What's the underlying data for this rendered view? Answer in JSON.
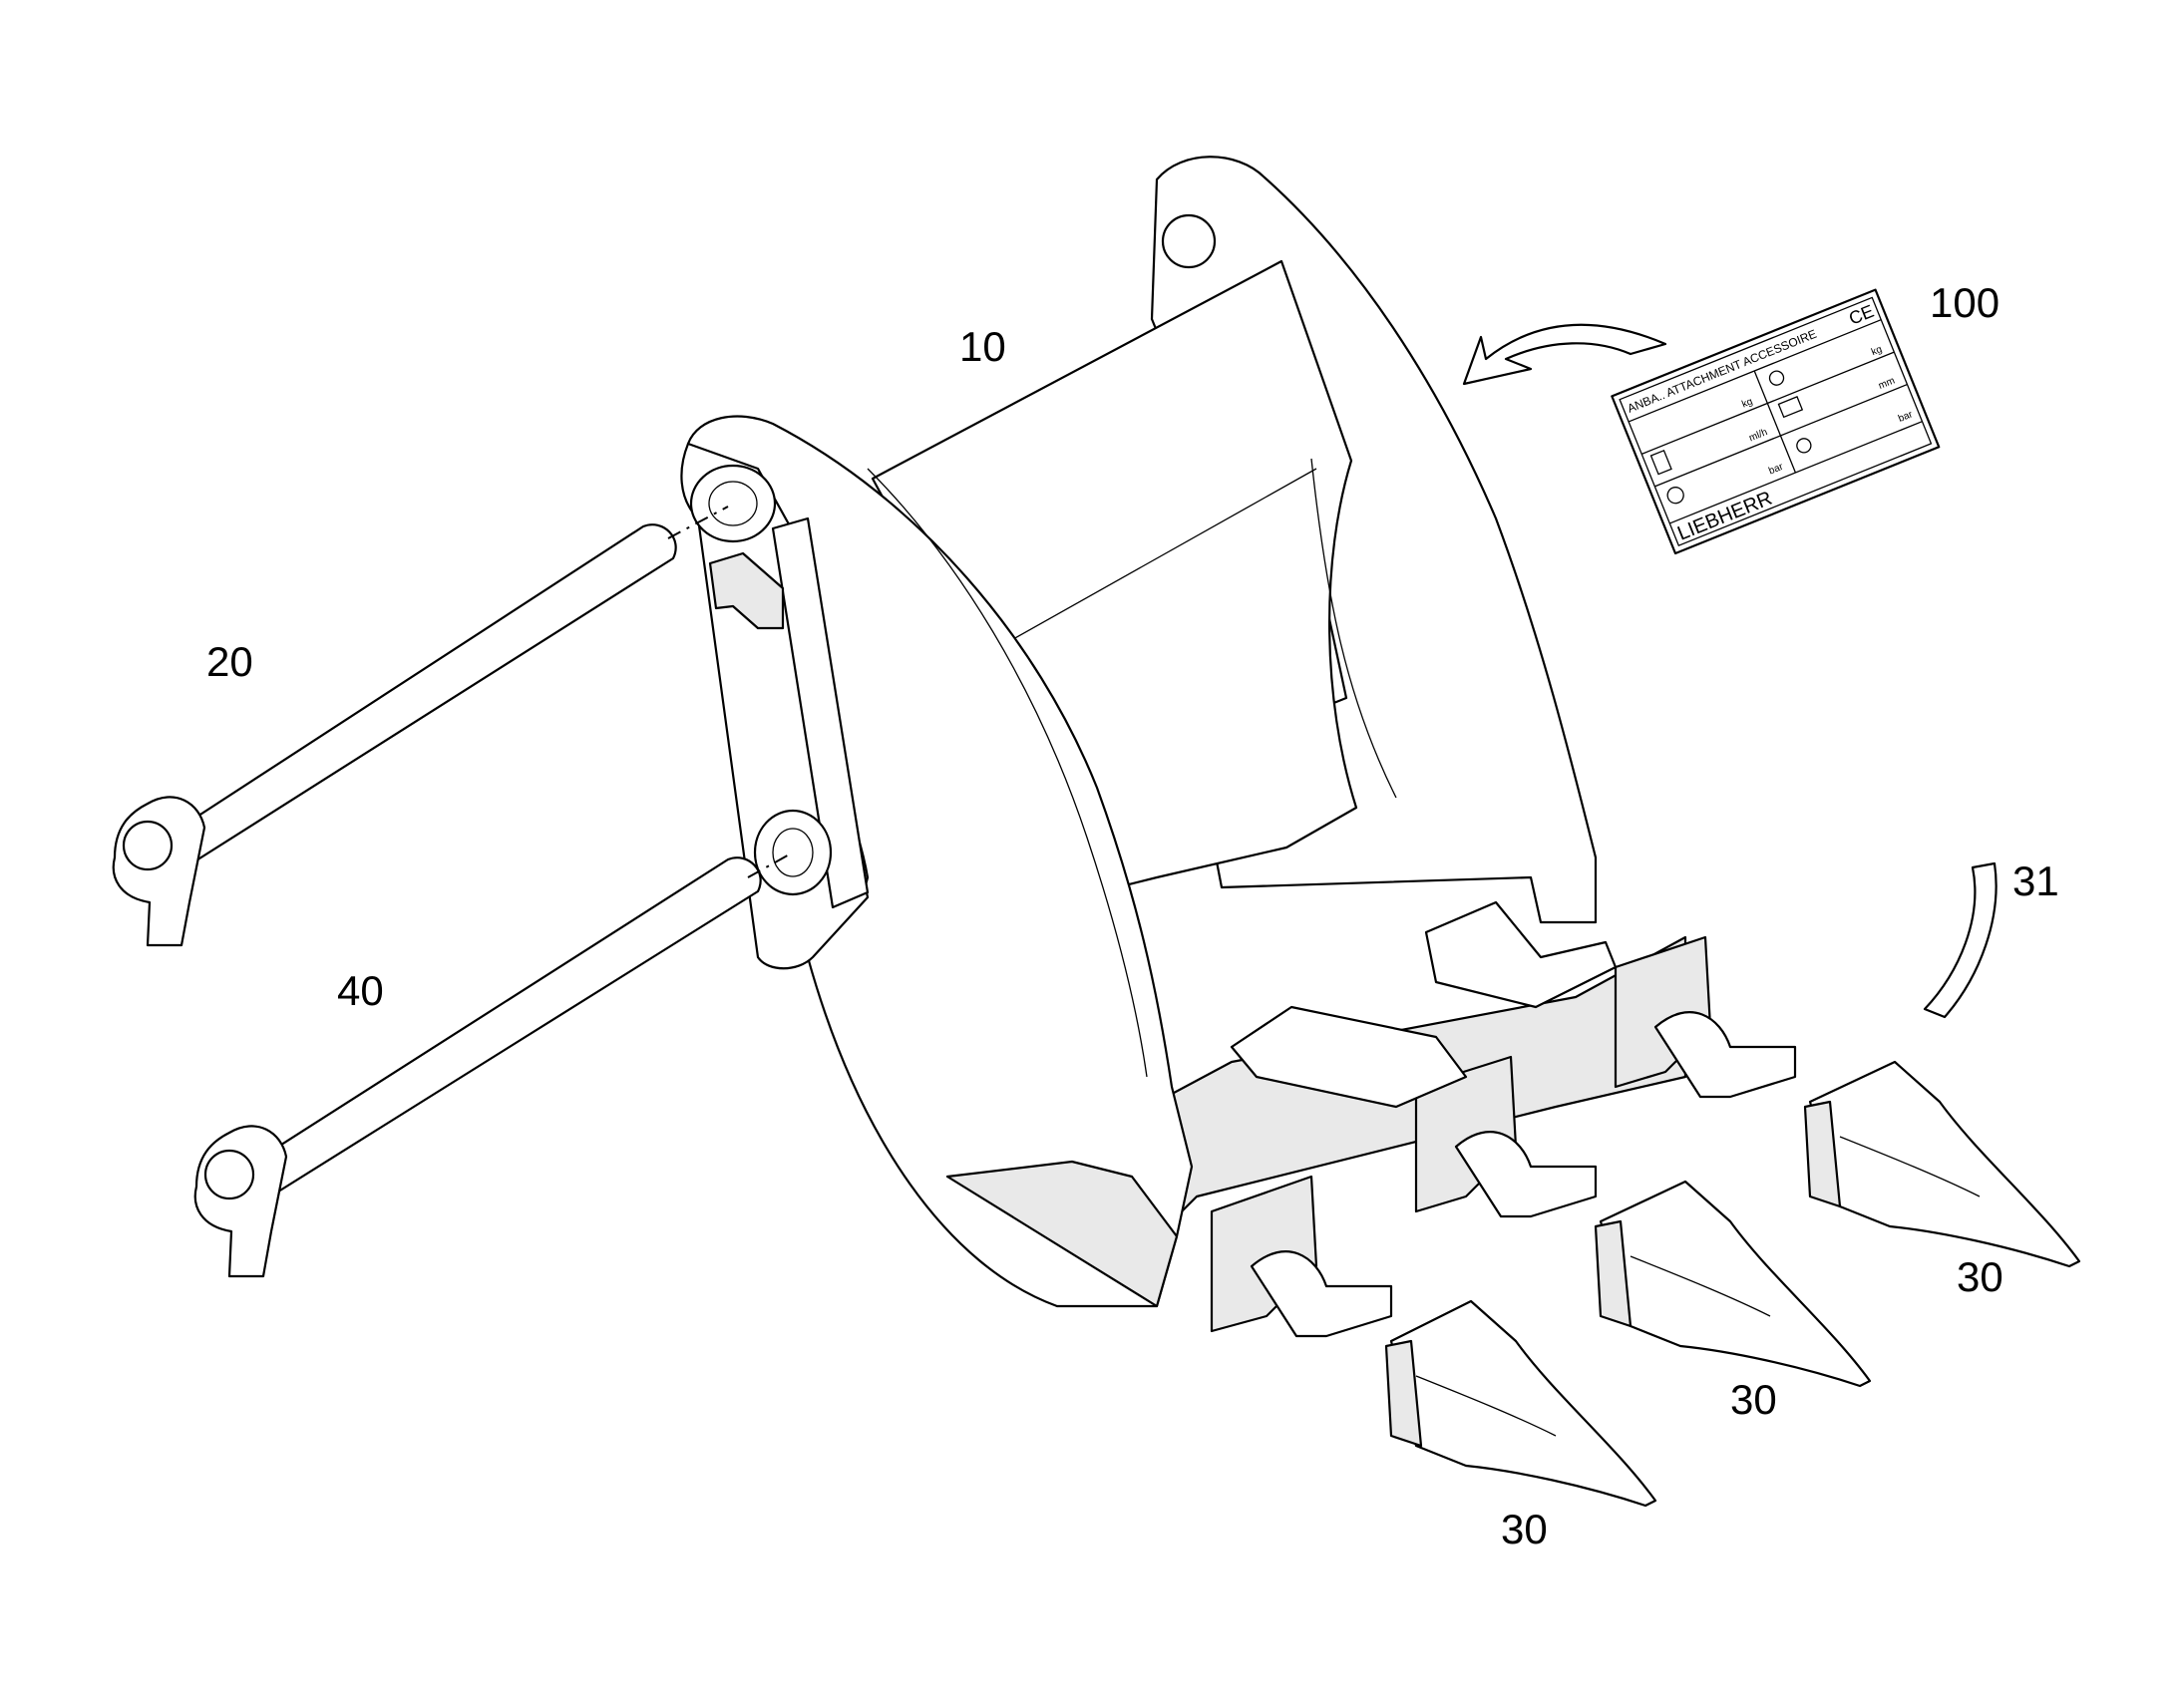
{
  "references": {
    "bucket": "10",
    "pin_upper": "20",
    "pin_lower": "40",
    "tooth_1": "30",
    "tooth_2": "30",
    "tooth_3": "30",
    "retainer": "31",
    "plate": "100"
  },
  "plate": {
    "header": "ANBA.. ATTACHMENT ACCESSOIRE",
    "ce_mark": "CE",
    "unit_kg_1": "kg",
    "unit_kg_2": "kg",
    "unit_mm": "mm",
    "unit_ml": "ml/h",
    "unit_bar_1": "bar",
    "unit_bar_2": "bar",
    "brand": "LIEBHERR"
  }
}
